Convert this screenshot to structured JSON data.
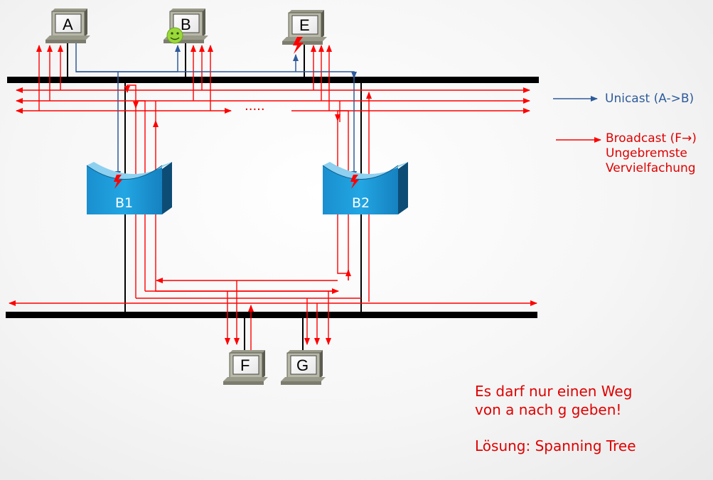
{
  "hosts": {
    "a": "A",
    "b": "B",
    "e": "E",
    "f": "F",
    "g": "G"
  },
  "bridges": {
    "b1": "B1",
    "b2": "B2"
  },
  "ellipsis": "·····",
  "legend": {
    "unicast": "Unicast (A->B)",
    "broadcast_line1": "Broadcast (F→)",
    "broadcast_line2": "Ungebremste",
    "broadcast_line3": "Vervielfachung"
  },
  "note": {
    "line1": "Es darf nur einen Weg",
    "line2": "von a nach g geben!",
    "line3": "Lösung: Spanning Tree"
  },
  "colors": {
    "broadcast": "#ff0000",
    "unicast": "#2e5b9a",
    "bridge": "#1a9ad6",
    "bus": "#000000"
  },
  "icons": {
    "host": "computer-icon",
    "smiley": "smiley-icon",
    "lightning": "lightning-icon"
  }
}
